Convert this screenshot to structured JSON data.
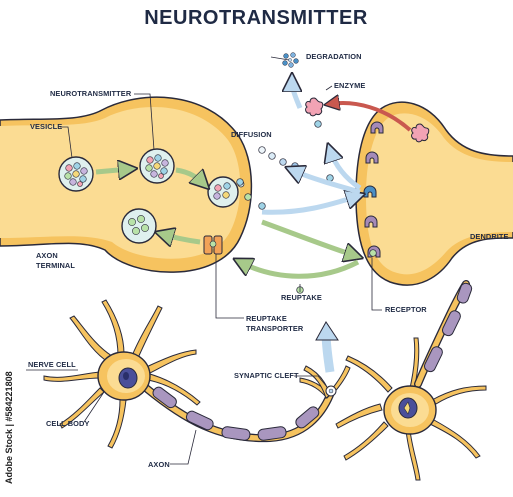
{
  "title": "NEUROTRANSMITTER",
  "labels": {
    "degradation": "DEGRADATION",
    "enzyme": "ENZYME",
    "neurotransmitter": "NEUROTRANSMITTER",
    "vesicle": "VESICLE",
    "diffusion": "DIFFUSION",
    "axon_terminal_1": "AXON",
    "axon_terminal_2": "TERMINAL",
    "dendrite": "DENDRITE",
    "reuptake": "REUPTAKE",
    "receptor": "RECEPTOR",
    "reuptake_transporter_1": "REUPTAKE",
    "reuptake_transporter_2": "TRANSPORTER",
    "nerve_cell": "NERVE CELL",
    "synaptic_cleft": "SYNAPTIC CLEFT",
    "cell_body": "CELL BODY",
    "axon": "AXON"
  },
  "credit": "Adobe Stock | #584221808",
  "colors": {
    "neuron_fill": "#f6c35f",
    "neuron_light": "#fbdc93",
    "outline": "#2a2a3a",
    "vesicle_fill": "#dff0ee",
    "arrow_green": "#a7c98a",
    "arrow_blue": "#bcd8ef",
    "arrow_red": "#c9584f",
    "receptor_purple": "#a58ab8",
    "enzyme_pink": "#f2a3b4",
    "myelin": "#a996bf",
    "nucleus": "#4a4f9a"
  }
}
